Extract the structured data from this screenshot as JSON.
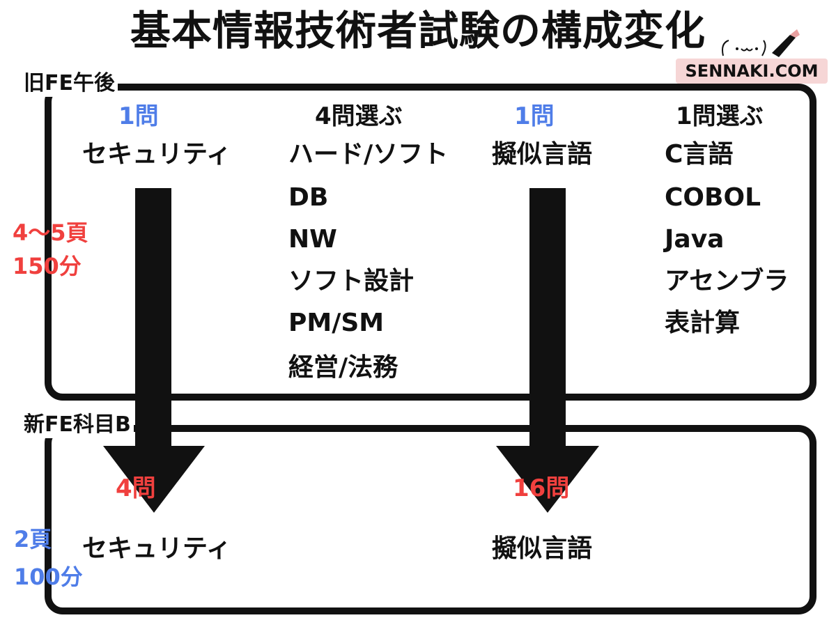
{
  "title": "基本情報技術者試験の構成変化",
  "site": "SENNAKI.COM",
  "old_label": "旧FE午後",
  "new_label": "新FE科目B",
  "old_side": {
    "pages": "4〜5頁",
    "time": "150分"
  },
  "new_side": {
    "pages": "2頁",
    "time": "100分"
  },
  "old": {
    "col1": {
      "count": "1問",
      "item": "セキュリティ"
    },
    "col2": {
      "count": "4問選ぶ",
      "items": [
        "ハード/ソフト",
        "DB",
        "NW",
        "ソフト設計",
        "PM/SM",
        "経営/法務"
      ]
    },
    "col3": {
      "count": "1問",
      "item": "擬似言語"
    },
    "col4": {
      "count": "1問選ぶ",
      "items": [
        "C言語",
        "COBOL",
        "Java",
        "アセンブラ",
        "表計算"
      ]
    }
  },
  "new": {
    "col1": {
      "count": "4問",
      "item": "セキュリティ"
    },
    "col3": {
      "count": "16問",
      "item": "擬似言語"
    }
  },
  "colors": {
    "blue": "#4f7de8",
    "red": "#f0403e",
    "ink": "#111111",
    "badge": "#f6d6d6"
  },
  "icons": [
    "arrow-down-icon",
    "mascot-icon"
  ]
}
